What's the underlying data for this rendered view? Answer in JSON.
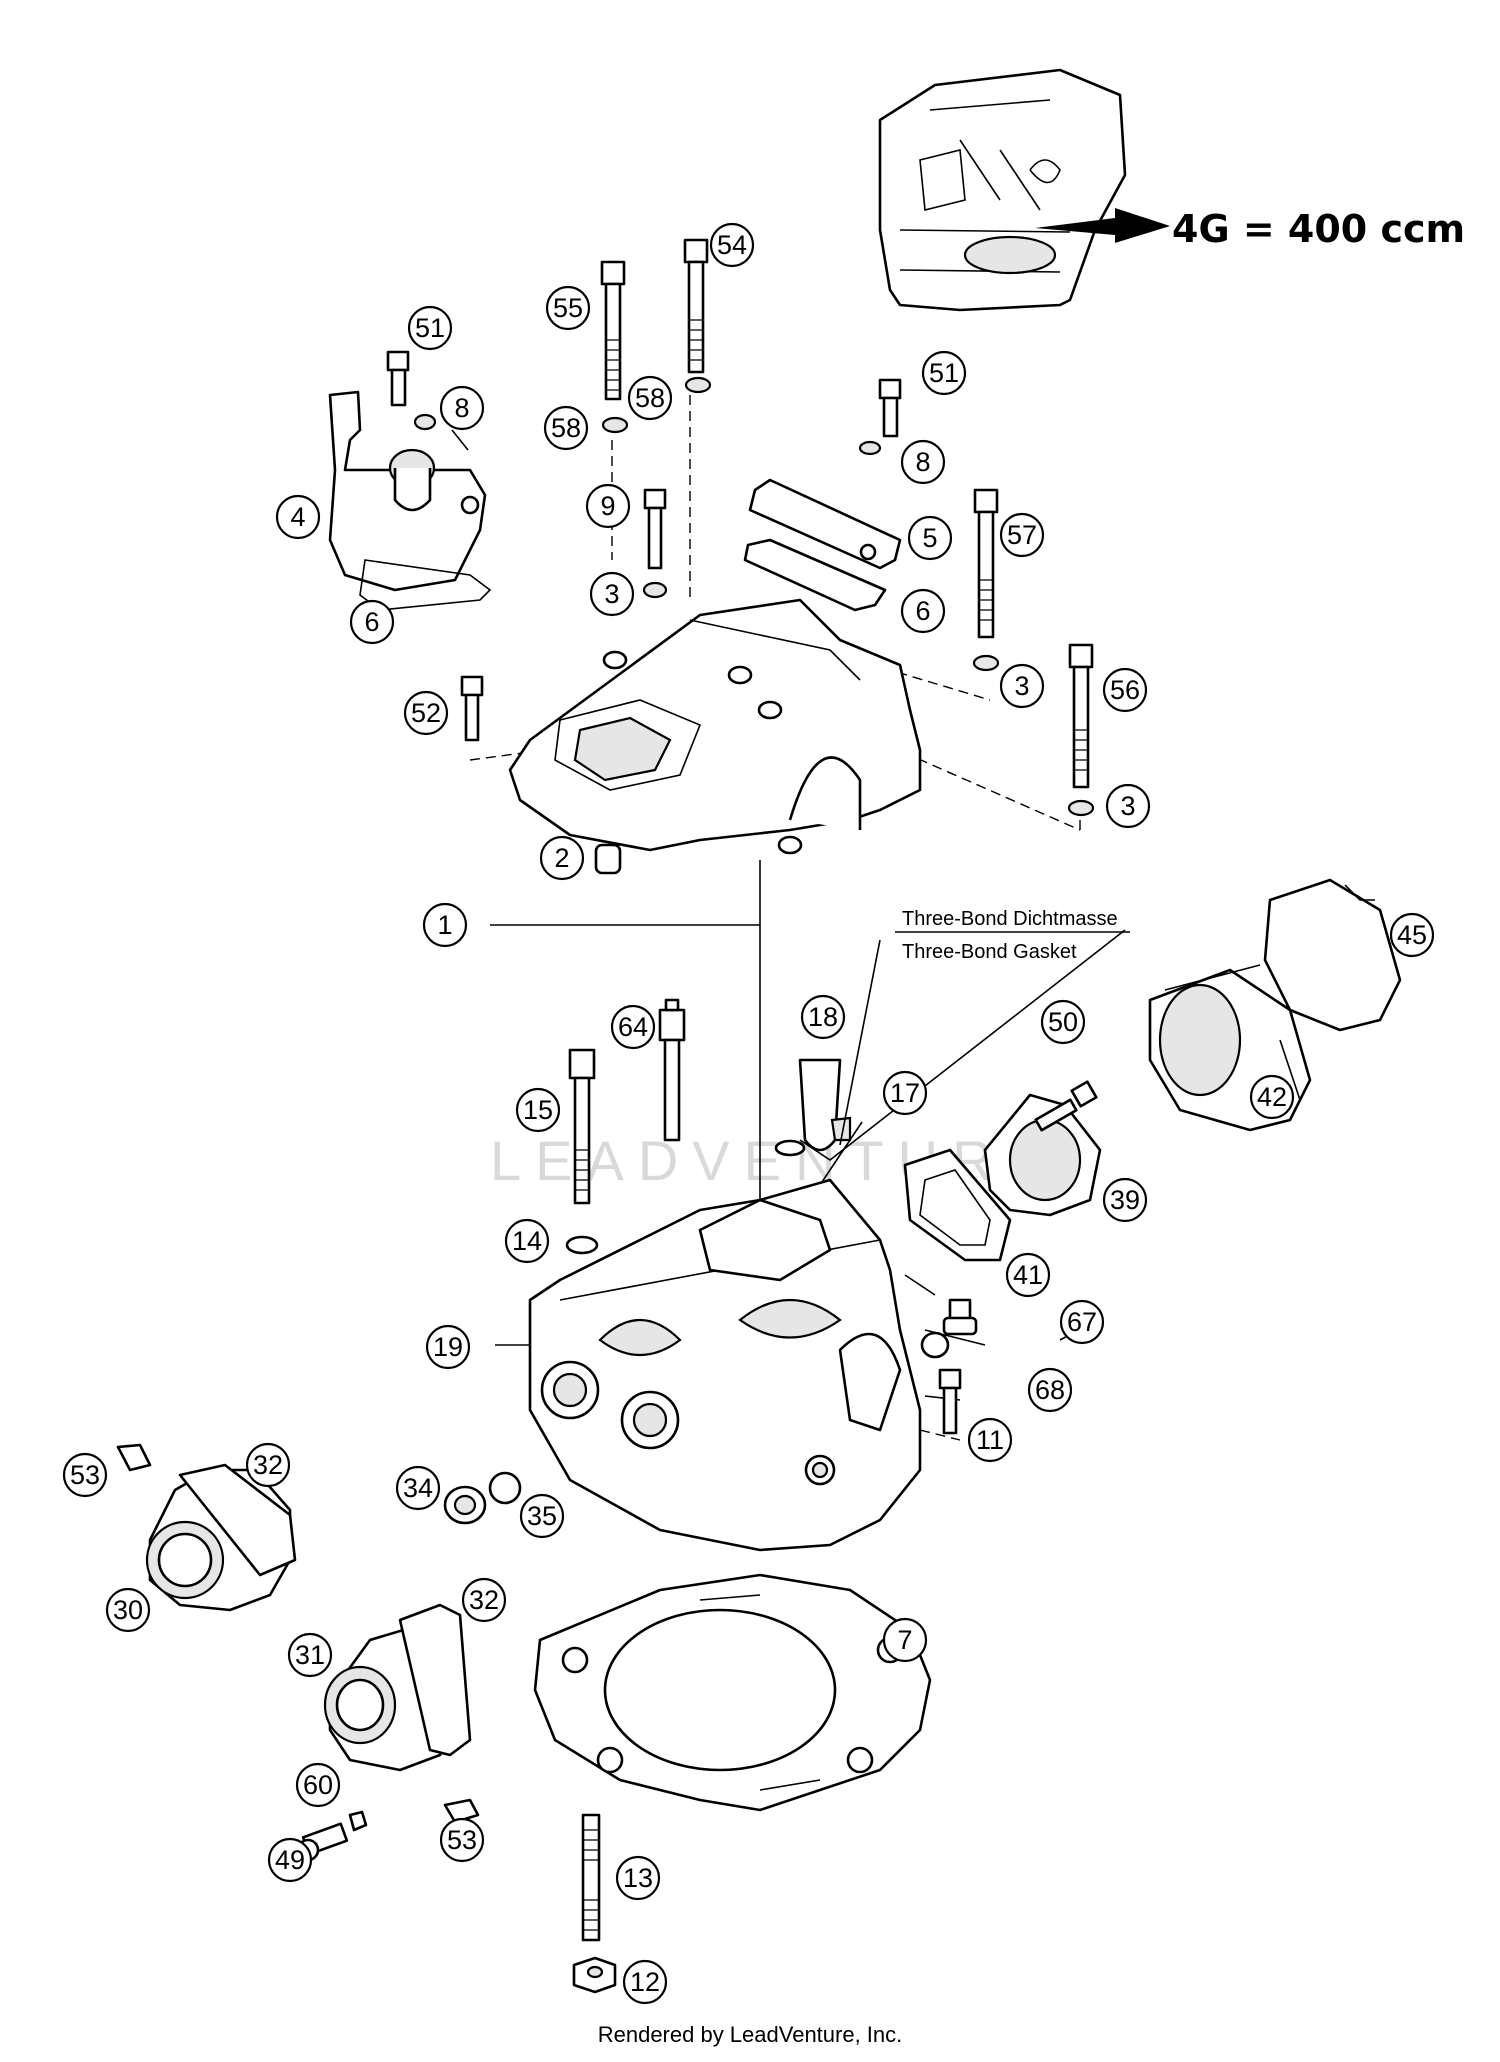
{
  "inset": {
    "label": "4G = 400 ccm"
  },
  "notes": {
    "line1": "Three-Bond Dichtmasse",
    "line2": "Three-Bond Gasket"
  },
  "watermark": "LEADVENTURE",
  "footer": "Rendered by LeadVenture, Inc.",
  "callouts": {
    "c1": "1",
    "c2": "2",
    "c3a": "3",
    "c3b": "3",
    "c3c": "3",
    "c4": "4",
    "c5": "5",
    "c6a": "6",
    "c6b": "6",
    "c7": "7",
    "c8a": "8",
    "c8b": "8",
    "c9": "9",
    "c11": "11",
    "c12": "12",
    "c13": "13",
    "c14": "14",
    "c15": "15",
    "c17": "17",
    "c18": "18",
    "c19": "19",
    "c30": "30",
    "c31": "31",
    "c32a": "32",
    "c32b": "32",
    "c34": "34",
    "c35": "35",
    "c39": "39",
    "c41": "41",
    "c42": "42",
    "c45": "45",
    "c49": "49",
    "c50": "50",
    "c51a": "51",
    "c51b": "51",
    "c52": "52",
    "c53a": "53",
    "c53b": "53",
    "c54": "54",
    "c55": "55",
    "c56": "56",
    "c57": "57",
    "c58a": "58",
    "c58b": "58",
    "c60": "60",
    "c64": "64",
    "c67": "67",
    "c68": "68"
  }
}
